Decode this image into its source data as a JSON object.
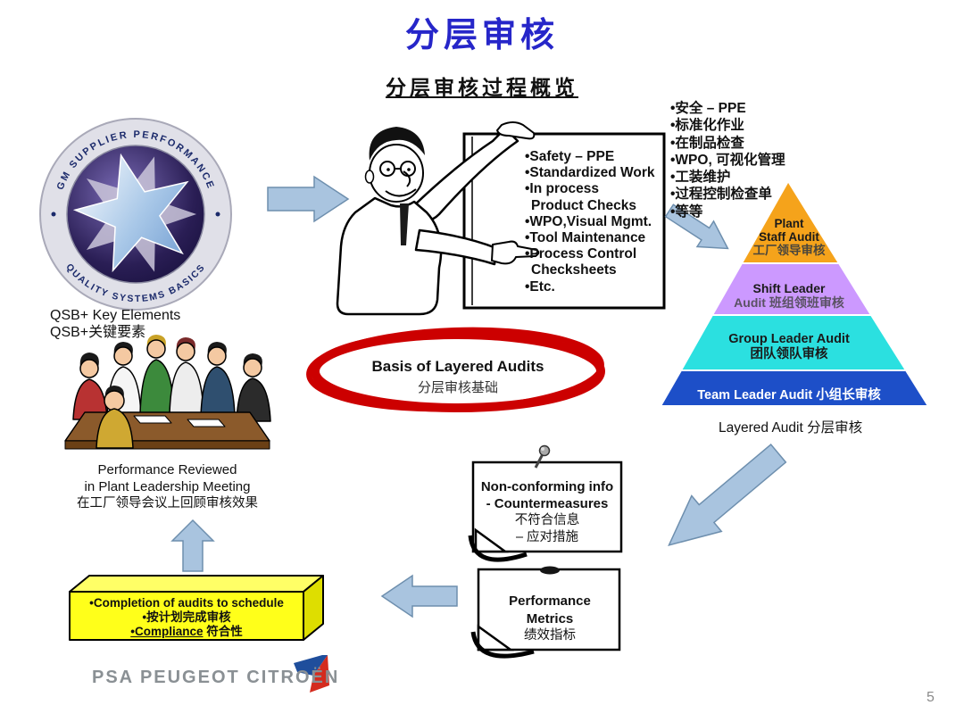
{
  "slide": {
    "title": "分层审核",
    "subtitle": "分层审核过程概览",
    "page_number": "5"
  },
  "colors": {
    "title_blue": "#2626C9",
    "arrow_fill": "#A9C4DF",
    "arrow_stroke": "#6E8FAE"
  },
  "logo": {
    "arc_top": "GM SUPPLIER PERFORMANCE",
    "arc_bottom": "QUALITY SYSTEMS BASICS",
    "caption_en": "QSB+ Key Elements",
    "caption_cn": "QSB+关键要素"
  },
  "board": {
    "lines": [
      "•Safety – PPE",
      "•Standardized Work",
      "•In process",
      "Product Checks",
      "•WPO,Visual Mgmt.",
      "•Tool Maintenance",
      "•Process Control",
      "Checksheets",
      "•Etc."
    ]
  },
  "cn_list": {
    "lines": [
      "•安全 – PPE",
      "•标准化作业",
      "•在制品检查",
      "•WPO, 可视化管理",
      "•工装维护",
      "•过程控制检查单",
      "•等等"
    ]
  },
  "pyramid": {
    "caption": "Layered Audit 分层审核",
    "layers": [
      {
        "lines": [
          "Plant",
          "Staff Audit",
          "工厂领导审核"
        ],
        "color": "#F5A31B"
      },
      {
        "lines": [
          "Shift Leader",
          "Audit 班组领班审核"
        ],
        "color": "#CC99FF"
      },
      {
        "lines": [
          "Group Leader Audit",
          "团队领队审核"
        ],
        "color": "#2BE0E0"
      },
      {
        "lines": [
          "Team Leader Audit 小组长审核"
        ],
        "color": "#1D4FC8"
      }
    ]
  },
  "ellipse": {
    "line_en": "Basis of Layered Audits",
    "line_cn": "分层审核基础",
    "color": "#CC0000"
  },
  "meeting": {
    "lines": [
      "Performance Reviewed",
      "in Plant Leadership Meeting",
      "在工厂领导会议上回顾审核效果"
    ]
  },
  "schedule_box": {
    "line1": "•Completion of audits to schedule",
    "line2": "•按计划完成审核",
    "line3_main": "•Compliance",
    "line3_rest": " 符合性",
    "color": "#FFFF1A"
  },
  "note_nonconforming": {
    "lines": [
      "Non-conforming info",
      "- Countermeasures",
      "不符合信息",
      "– 应对措施"
    ]
  },
  "note_metrics": {
    "lines": [
      "Performance",
      "Metrics",
      "绩效指标"
    ]
  },
  "footer": {
    "brand": "PSA PEUGEOT CITROËN"
  }
}
